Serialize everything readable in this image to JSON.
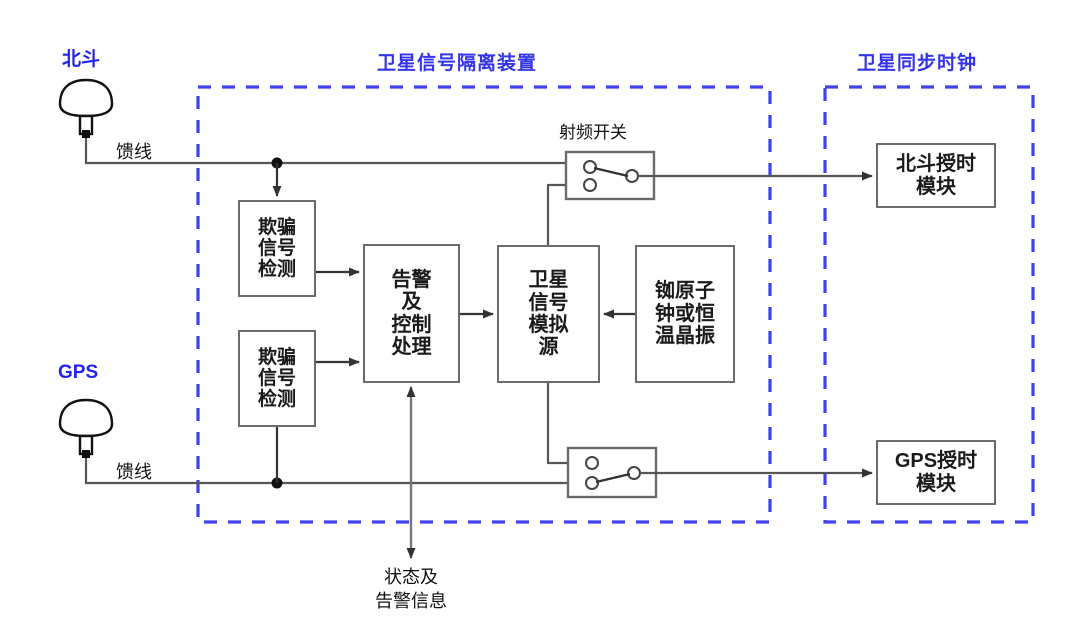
{
  "diagram": {
    "title_isolation_device": "卫星信号隔离装置",
    "title_sync_clock": "卫星同步时钟",
    "antennas": [
      {
        "id": "beidou",
        "label": "北斗",
        "feeder_label": "馈线"
      },
      {
        "id": "gps",
        "label": "GPS",
        "feeder_label": "馈线"
      }
    ],
    "rf_switch_label": "射频开关",
    "blocks": {
      "spoof_detect_top": "欺骗\n信号\n检测",
      "spoof_detect_bottom": "欺骗\n信号\n检测",
      "alarm_control": "告警\n及\n控制\n处理",
      "sim_source": "卫星\n信号\n模拟\n源",
      "clock_source": "铷原子\n钟或恒\n温晶振",
      "beidou_timing_module": "北斗授时\n模块",
      "gps_timing_module": "GPS授时\n模块"
    },
    "status_output": "状态及\n告警信息",
    "colors": {
      "panel_dashed": "#4040f0",
      "label_blue": "#2222ee",
      "wire": "#555555",
      "box_border": "#6b6b6b",
      "text": "#1a1a1a",
      "background": "#ffffff"
    }
  }
}
